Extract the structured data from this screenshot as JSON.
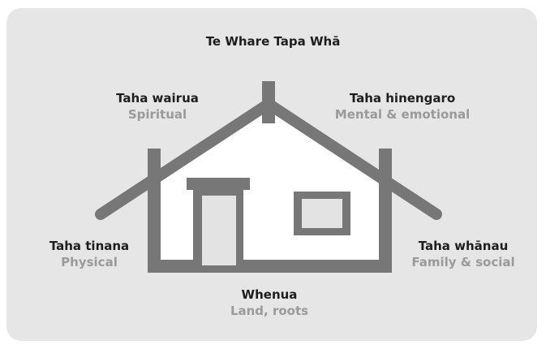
{
  "title": "Te Whare Tapa Whā",
  "dimensions": [
    {
      "id": "spiritual",
      "maori": "Taha wairua",
      "english": "Spiritual"
    },
    {
      "id": "mental",
      "maori": "Taha hinengaro",
      "english": "Mental & emotional"
    },
    {
      "id": "physical",
      "maori": "Taha tinana",
      "english": "Physical"
    },
    {
      "id": "family",
      "maori": "Taha whānau",
      "english": "Family & social"
    },
    {
      "id": "land",
      "maori": "Whenua",
      "english": "Land, roots"
    }
  ],
  "colors": {
    "background_card": "#e6e6e6",
    "house_frame": "#777777",
    "house_wall": "#ffffff",
    "door_panel": "#e3e3e3",
    "english_text": "#9a9a9a",
    "maori_text": "#1e1e1e"
  }
}
